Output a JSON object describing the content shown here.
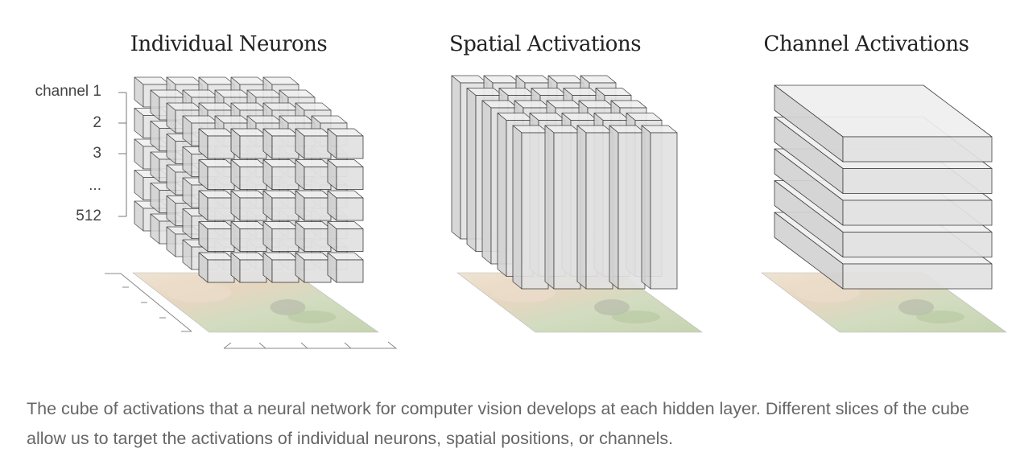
{
  "panels": [
    {
      "title": "Individual Neurons"
    },
    {
      "title": "Spatial Activations"
    },
    {
      "title": "Channel Activations"
    }
  ],
  "channel_axis": {
    "labels": [
      "channel 1",
      "2",
      "3",
      "...",
      "512"
    ]
  },
  "caption": "The cube of activations that a neural network for computer vision develops at each hidden layer. Different slices of the cube allow us to target the activations of individual neurons, spatial positions, or channels.",
  "colors": {
    "block_front": "#e2e2e2",
    "block_top": "#efefef",
    "block_side": "#d3d3d3",
    "edge": "#333333",
    "caption": "#666666"
  }
}
